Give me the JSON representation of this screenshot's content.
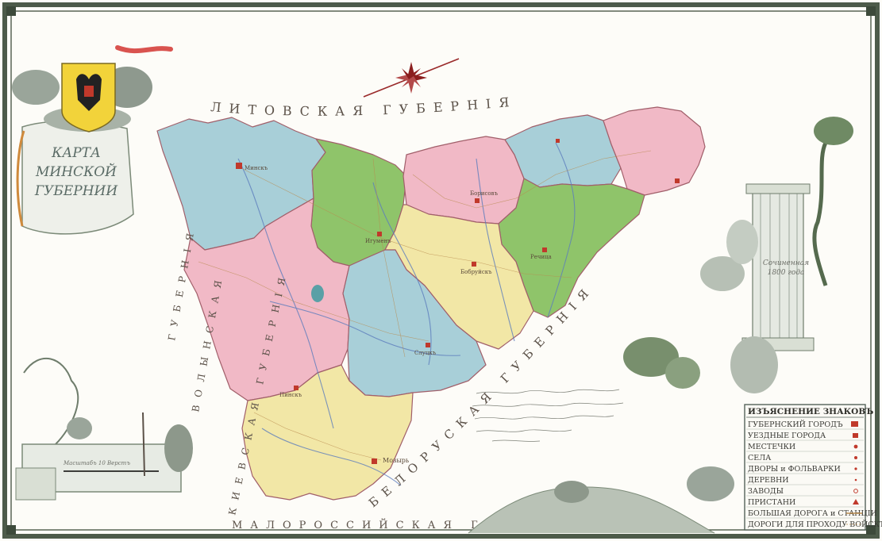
{
  "title": {
    "line1": "КАРТА",
    "line2": "МИНСКОЙ",
    "line3": "ГУБЕРНИИ"
  },
  "neighbors": {
    "north": "ЛИТОВСКАЯ ГУБЕРНІЯ",
    "east": "БЕЛОРУСКАЯ ГУБЕРНІЯ",
    "west_vertical": "ГУБЕРНІЯ",
    "volyn": "ВОЛЫНСКАЯ",
    "kiev": "КИЕВСКАЯ ГУБЕРНІЯ",
    "malorossiya": "МАЛОРОССИЙСКАЯ ГУБ."
  },
  "engraving_date": {
    "line1": "Сочиненная",
    "line2": "1800 года"
  },
  "legend": {
    "heading": "ИЗЪЯСНЕНИЕ ЗНАКОВЪ",
    "items": [
      "ГУБЕРНСКИЙ ГОРОДЪ",
      "УЕЗДНЫЕ ГОРОДА",
      "МЕСТЕЧКИ",
      "СЕЛА",
      "ДВОРЫ и ФОЛЬВАРКИ",
      "ДЕРЕВНИ",
      "ЗАВОДЫ",
      "ПРИСТАНИ",
      "БОЛЬШАЯ ДОРОГА и СТАНЦІИ",
      "ДОРОГИ ДЛЯ ПРОХОДУ ВОЙСКЪ"
    ]
  },
  "scale_label": "Масштабъ 10 Верстъ",
  "town_labels": {
    "minsk": "Минскъ",
    "bobruisk": "Бобруйскъ",
    "rechitsa": "Речица",
    "mozyr": "Мозырь",
    "pinsk": "Пинскъ",
    "slutsk": "Слуцкъ",
    "igumen": "Игуменъ",
    "borisov": "Борисовъ"
  },
  "colors": {
    "blue": "#a8cfd8",
    "pink": "#f1b9c6",
    "green": "#8fc46a",
    "yellow": "#f2e7a6",
    "paper": "#fdfcf8",
    "border": "#4d5b4a"
  }
}
